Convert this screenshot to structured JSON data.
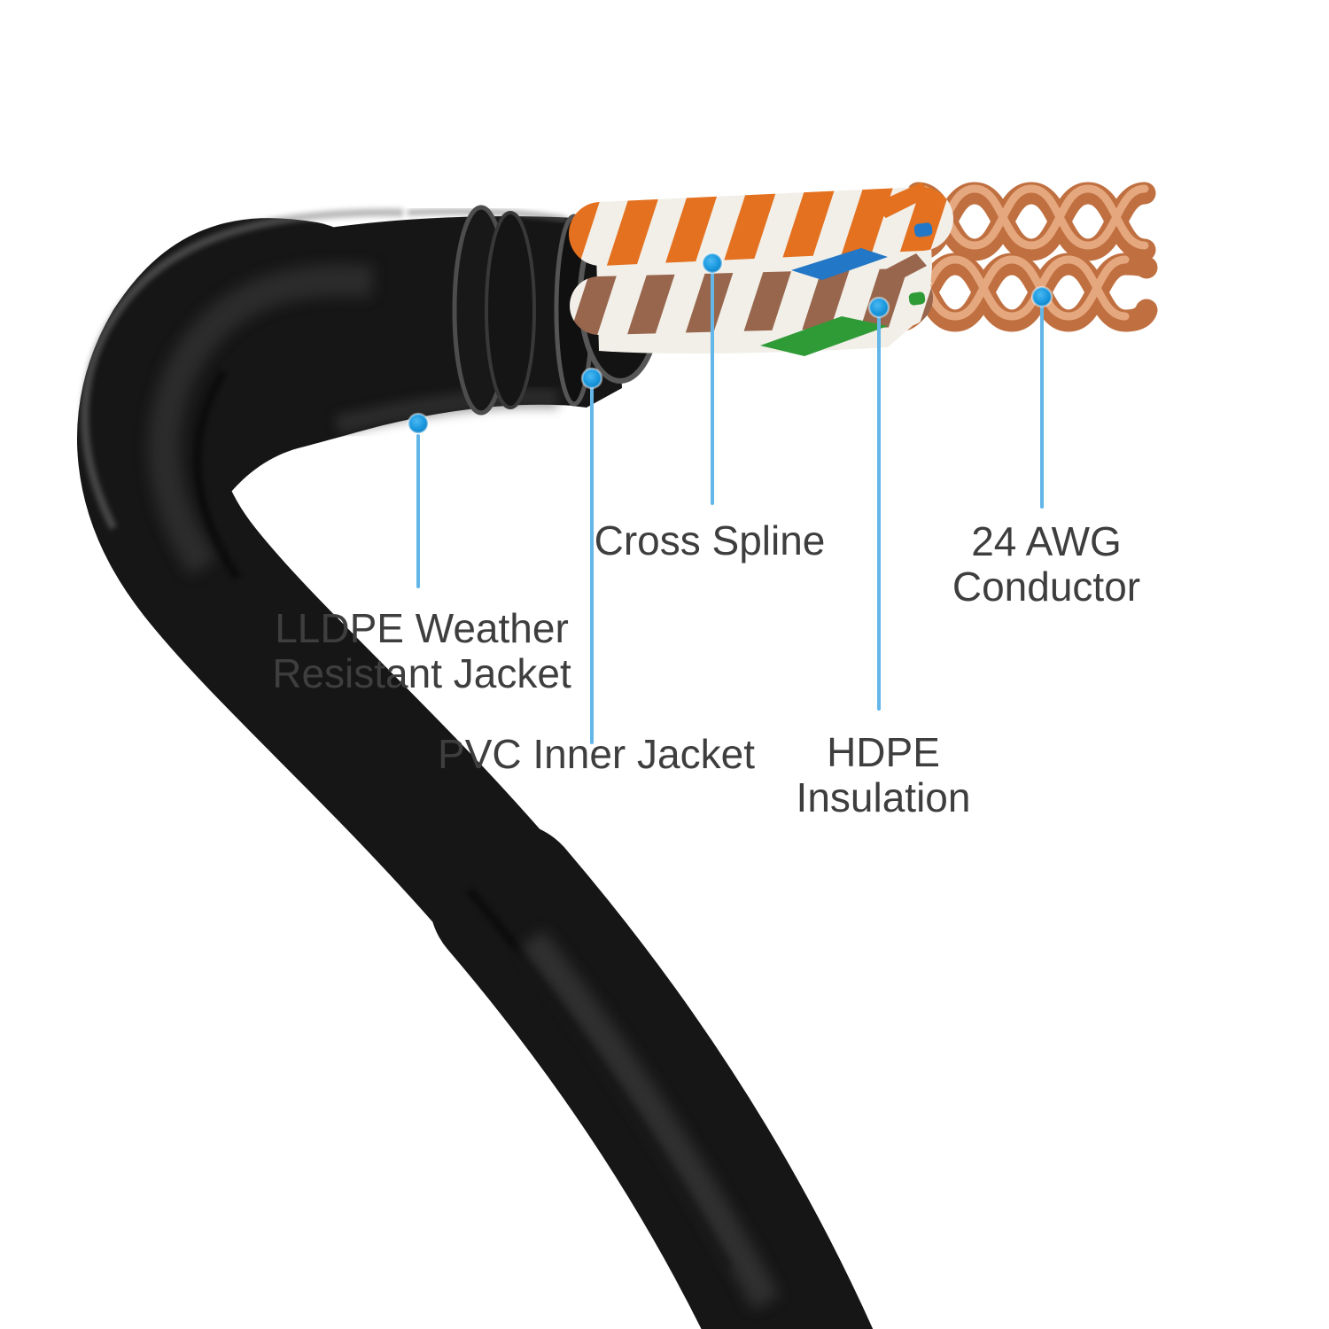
{
  "labels": {
    "lldpe": {
      "line1": "LLDPE Weather",
      "line2": "Resistant Jacket"
    },
    "pvc": {
      "line1": "PVC Inner Jacket"
    },
    "cross_spline": {
      "line1": "Cross Spline"
    },
    "hdpe": {
      "line1": "HDPE",
      "line2": "Insulation"
    },
    "awg_conductor": {
      "line1": "24 AWG",
      "line2": "Conductor"
    }
  },
  "colors": {
    "text_gray": "#3e3e3e",
    "leader_line": "#63b6e8",
    "callout_blue_light": "#4cb8f0",
    "callout_blue": "#1f9ce2",
    "callout_blue_dark": "#0d82c4",
    "jacket_black": "#161616",
    "orange_wire": "#e4711f",
    "white_wire": "#f2efe8",
    "brown_wire": "#97664d",
    "blue_wire": "#2277c6",
    "green_wire": "#2f9b36",
    "copper": "#c07040",
    "copper_light": "#ecb189"
  }
}
